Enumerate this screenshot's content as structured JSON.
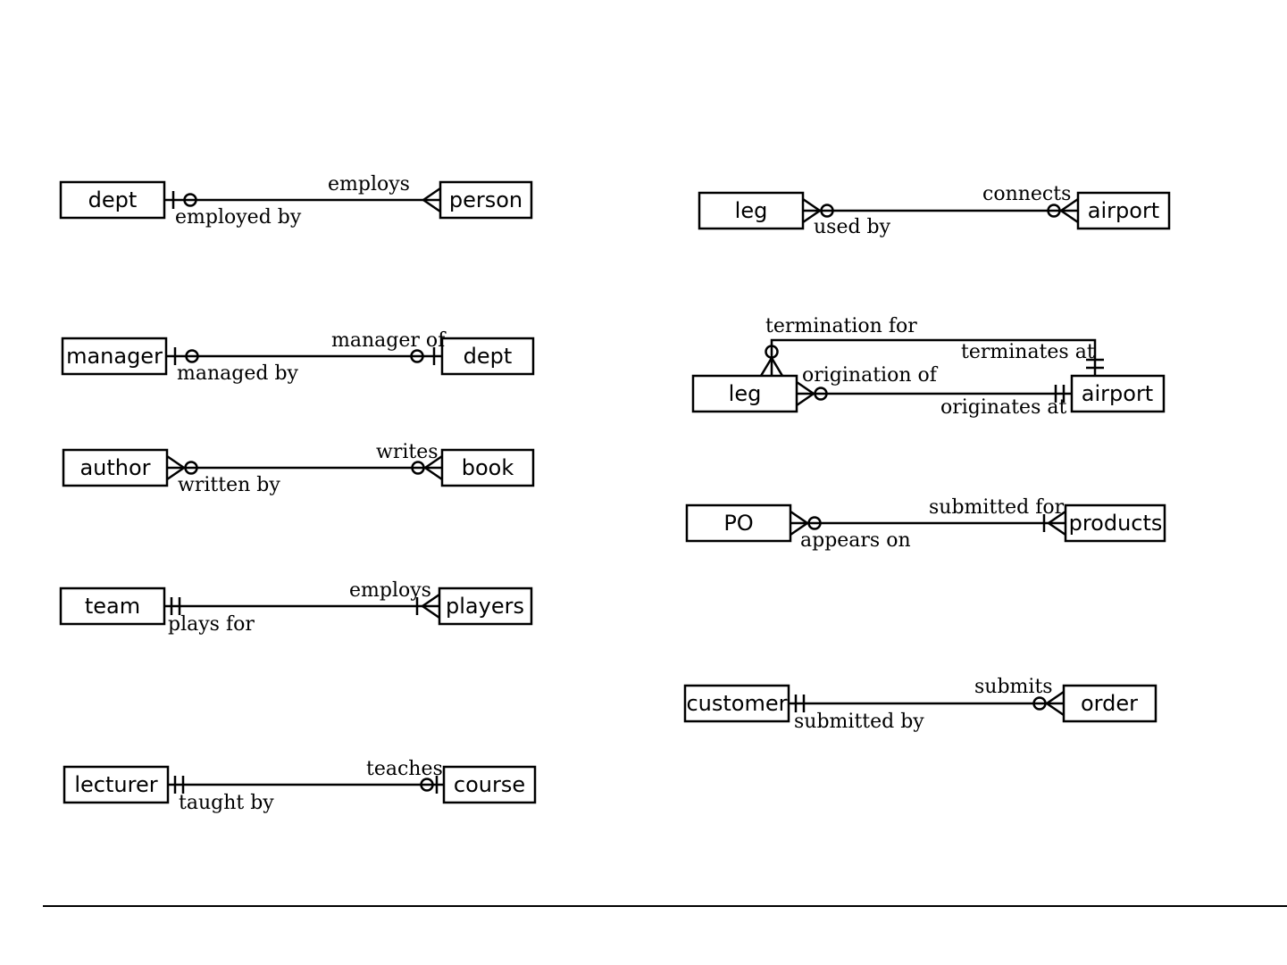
{
  "colors": {
    "ink": "#000000",
    "background": "#ffffff"
  },
  "diagrams": {
    "dept_person": {
      "left": "dept",
      "right": "person",
      "top_label": "employs",
      "bottom_label": "employed by"
    },
    "manager_dept": {
      "left": "manager",
      "right": "dept",
      "top_label": "manager of",
      "bottom_label": "managed by"
    },
    "author_book": {
      "left": "author",
      "right": "book",
      "top_label": "writes",
      "bottom_label": "written by"
    },
    "team_players": {
      "left": "team",
      "right": "players",
      "top_label": "employs",
      "bottom_label": "plays for"
    },
    "lecturer_course": {
      "left": "lecturer",
      "right": "course",
      "top_label": "teaches",
      "bottom_label": "taught by"
    },
    "leg_airport": {
      "left": "leg",
      "right": "airport",
      "top_label": "connects",
      "bottom_label": "used by"
    },
    "leg_airport_two": {
      "left": "leg",
      "right": "airport",
      "termination_for": "termination for",
      "terminates_at": "terminates at",
      "origination_of": "origination of",
      "originates_at": "originates at"
    },
    "po_products": {
      "left": "PO",
      "right": "products",
      "top_label": "submitted for",
      "bottom_label": "appears on"
    },
    "customer_order": {
      "left": "customer",
      "right": "order",
      "top_label": "submits",
      "bottom_label": "submitted by"
    }
  }
}
